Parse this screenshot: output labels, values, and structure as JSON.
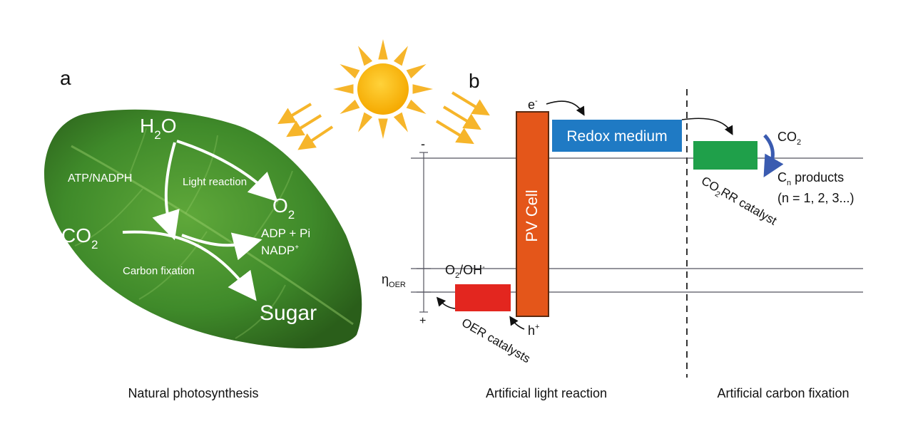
{
  "panels": {
    "a": {
      "letter": "a",
      "caption": "Natural photosynthesis"
    },
    "b": {
      "letter": "b",
      "caption_left": "Artificial light reaction",
      "caption_right": "Artificial carbon fixation"
    }
  },
  "leaf": {
    "h2o": "H",
    "h2o_sub": "2",
    "h2o_end": "O",
    "atp": "ATP/NADPH",
    "light_reaction": "Light reaction",
    "o2": "O",
    "o2_sub": "2",
    "co2": "CO",
    "co2_sub": "2",
    "adp": "ADP + Pi",
    "nadp": "NADP",
    "nadp_sup": "+",
    "carbon_fixation": "Carbon fixation",
    "sugar": "Sugar"
  },
  "device": {
    "pv_cell": "PV Cell",
    "redox_medium": "Redox medium",
    "electron": "e",
    "electron_sup": "-",
    "hole": "h",
    "hole_sup": "+",
    "minus": "-",
    "plus": "+",
    "eta": "η",
    "eta_sub": "OER",
    "o2_oh": "O",
    "o2_oh_sub": "2",
    "o2_oh_end": "/OH",
    "o2_oh_sup": "-",
    "oer_catalysts": "OER catalysts",
    "co2rr": "CO",
    "co2rr_sub": "2",
    "co2rr_end": "RR catalyst",
    "co2": "CO",
    "co2_sub": "2",
    "cn": "C",
    "cn_sub": "n",
    "cn_end": " products",
    "n_values": "(n = 1, 2, 3...)"
  },
  "colors": {
    "leaf_dark": "#2f6a1f",
    "leaf_light": "#5fa83a",
    "sun": "#f5b400",
    "sun_rays": "#f6b52a",
    "pv_cell": "#e4561a",
    "redox_medium": "#1f7ac4",
    "oer_catalyst": "#e3261f",
    "co2rr_catalyst": "#1fa04a",
    "co2_arrow": "#3a5bb0"
  }
}
